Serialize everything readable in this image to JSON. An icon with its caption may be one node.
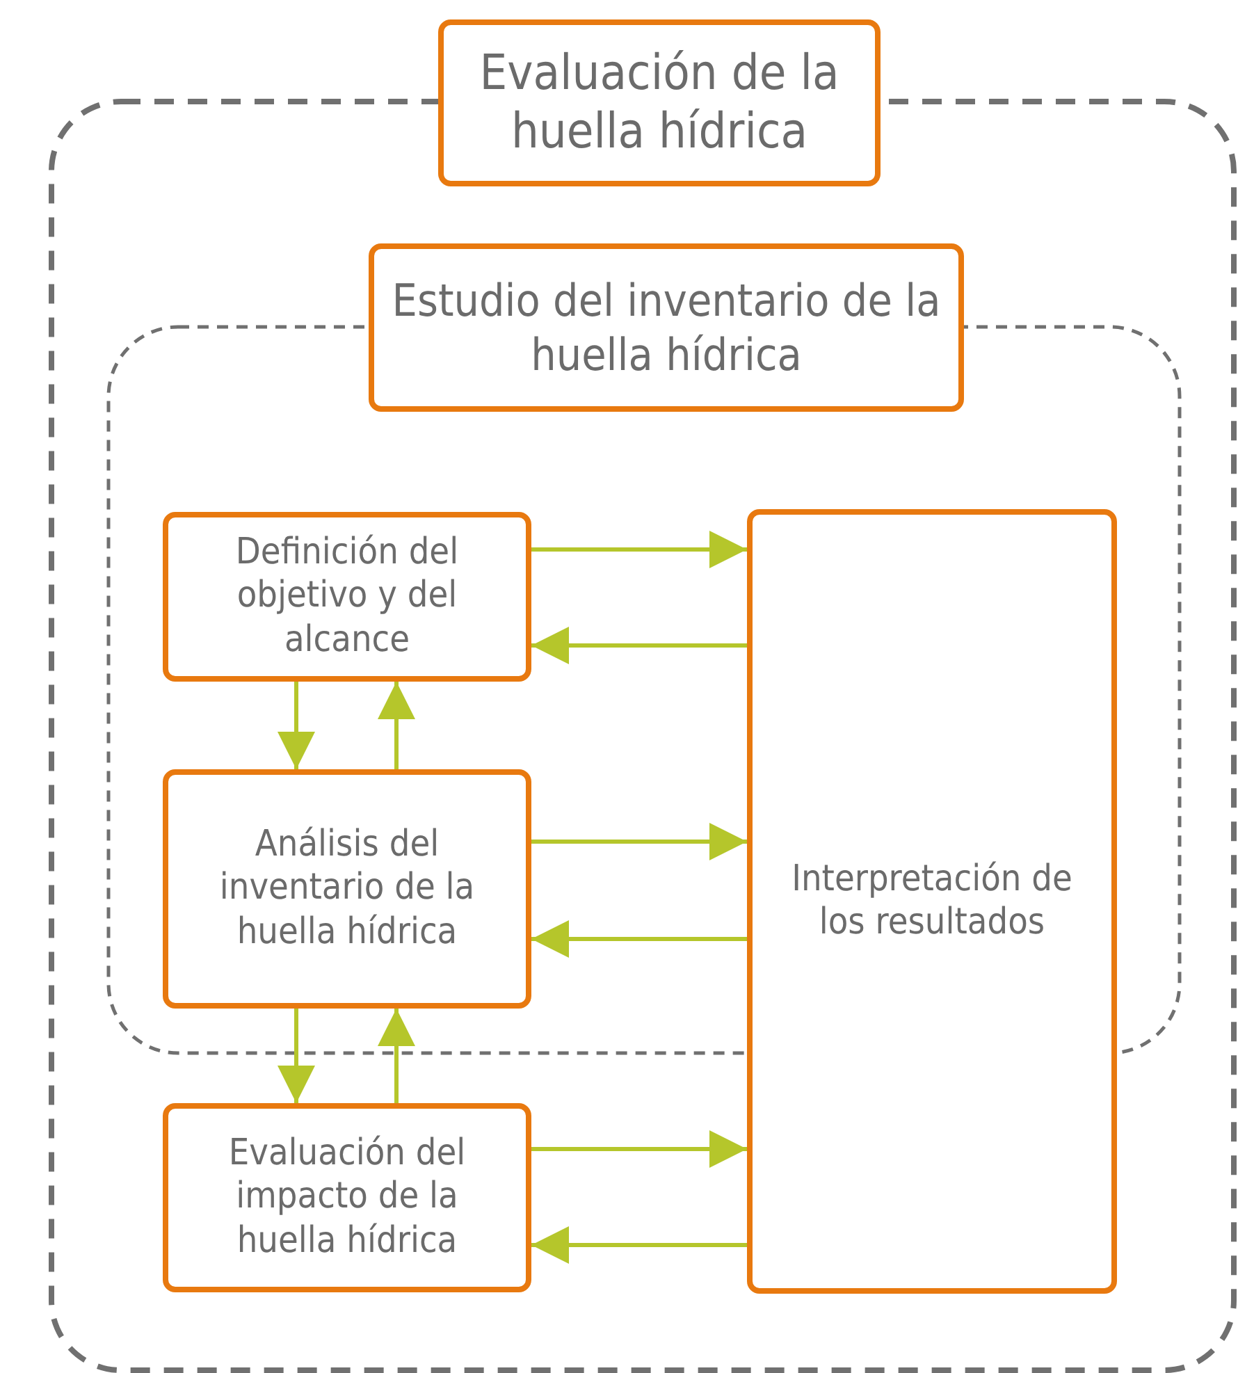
{
  "diagram": {
    "nodes": [
      {
        "text": [
          "Evaluación de la huella hídrica"
        ]
      },
      {
        "text": [
          "Estudio del inventario de la huella hídrica"
        ],
        "in": 0
      },
      {
        "text": [
          "Definición del objetivo y del alcance"
        ],
        "in": 1
      },
      {
        "text": [
          "Análisis del inventario de la huella hídrica"
        ],
        "in": 1
      },
      {
        "text": [
          "Evaluación del impacto de la huella hídrica"
        ],
        "in": 0
      },
      {
        "text": [
          "Interpretación de los resultados"
        ],
        "in": 0
      }
    ],
    "edges": [
      {
        "from": 2,
        "to": 5,
        "arrow": "to"
      },
      {
        "from": 5,
        "to": 2,
        "arrow": "to"
      },
      {
        "from": 3,
        "to": 5,
        "arrow": "to"
      },
      {
        "from": 5,
        "to": 3,
        "arrow": "to"
      },
      {
        "from": 4,
        "to": 5,
        "arrow": "to"
      },
      {
        "from": 5,
        "to": 4,
        "arrow": "to"
      },
      {
        "from": 2,
        "to": 3,
        "arrow": "to"
      },
      {
        "from": 3,
        "to": 2,
        "arrow": "to"
      },
      {
        "from": 3,
        "to": 4,
        "arrow": "to"
      },
      {
        "from": 4,
        "to": 3,
        "arrow": "to"
      }
    ]
  }
}
